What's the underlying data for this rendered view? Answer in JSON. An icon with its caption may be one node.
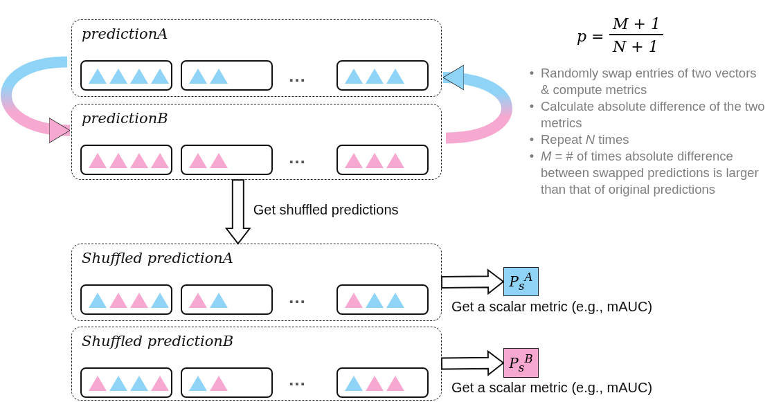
{
  "diagram": {
    "nodes": [
      {
        "text": [
          "predictionA"
        ]
      },
      {
        "text": [],
        "shape": "box",
        "in": 0
      },
      {
        "text": [],
        "shape": "box",
        "in": 0
      },
      {
        "text": [],
        "shape": "box",
        "in": 0
      },
      {
        "text": [
          "predictionB"
        ]
      },
      {
        "text": [],
        "shape": "box",
        "in": 4
      },
      {
        "text": [],
        "shape": "box",
        "in": 4
      },
      {
        "text": [],
        "shape": "box",
        "in": 4
      },
      {
        "text": [
          "Shuffled predictionA"
        ]
      },
      {
        "text": [],
        "shape": "box",
        "in": 8
      },
      {
        "text": [],
        "shape": "box",
        "in": 8
      },
      {
        "text": [],
        "shape": "box",
        "in": 8
      },
      {
        "text": [
          "Shuffled predictionB"
        ]
      },
      {
        "text": [],
        "shape": "box",
        "in": 12
      },
      {
        "text": [],
        "shape": "box",
        "in": 12
      },
      {
        "text": [],
        "shape": "box",
        "in": 12
      },
      {
        "text": [
          "P$_{s}$$^{A}$"
        ],
        "beside": [
          "Get a scalar metric (e.g., mAUC)"
        ]
      },
      {
        "text": [
          "P$_{s}$$^{B}$"
        ],
        "beside": [
          "Get a scalar metric (e.g., mAUC)"
        ]
      }
    ],
    "edges": [
      {
        "from": 0,
        "to": 4,
        "arrow": "to"
      },
      {
        "from": 4,
        "to": 0,
        "arrow": "to"
      },
      {
        "from": 4,
        "to": 8,
        "arrow": "to",
        "label": "Get shuffled predictions",
        "style": "thick"
      },
      {
        "from": 8,
        "to": 16,
        "arrow": "to",
        "style": "thick"
      },
      {
        "from": 12,
        "to": 17,
        "arrow": "to",
        "style": "thick"
      }
    ],
    "labels": [
      "p =",
      "M + 1",
      "N + 1",
      "…",
      "•",
      "Randomly swap entries of two vectors & compute metrics",
      "•",
      "Calculate absolute difference of the two metrics",
      "•",
      "Repeat *N* times",
      "•",
      "*M* = # of times absolute difference between swapped predictions is larger than that of original predictions",
      "…",
      "…",
      "…"
    ]
  }
}
